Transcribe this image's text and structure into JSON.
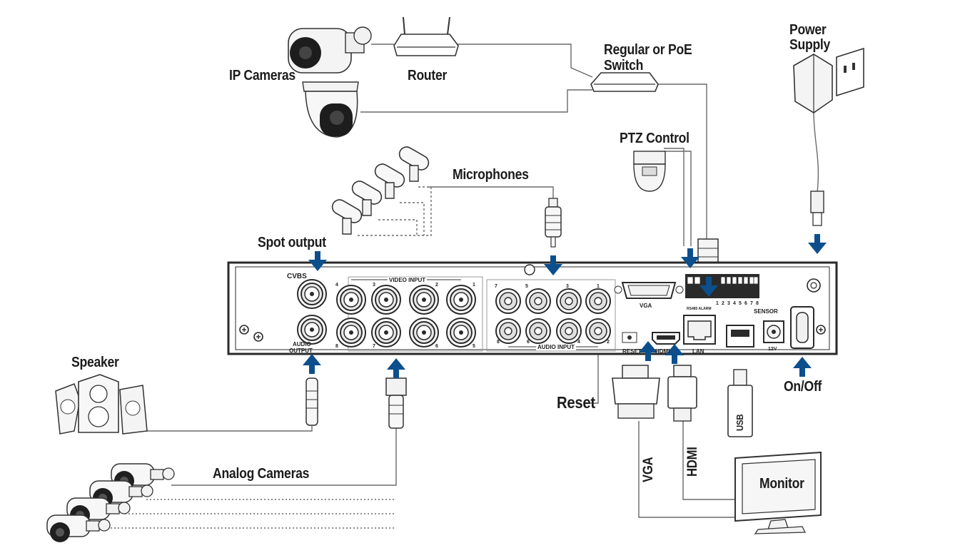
{
  "labels": {
    "ip_cameras": "IP Cameras",
    "router": "Router",
    "switch_line1": "Regular or PoE",
    "switch_line2": "Switch",
    "power_supply_line1": "Power",
    "power_supply_line2": "Supply",
    "ptz_control": "PTZ Control",
    "microphones": "Microphones",
    "spot_output": "Spot output",
    "speaker": "Speaker",
    "analog_cameras": "Analog Cameras",
    "reset": "Reset",
    "on_off": "On/Off",
    "monitor": "Monitor",
    "vga_cable": "VGA",
    "hdmi_cable": "HDMI",
    "usb": "USB"
  },
  "panel": {
    "cvbs": "CVBS",
    "audio_output_line1": "AUDIO",
    "audio_output_line2": "OUTPUT",
    "video_input": "VIDEO INPUT",
    "audio_input": "AUDIO INPUT",
    "vga": "VGA",
    "reset": "RESET",
    "hdmi": "HDMI",
    "lan": "LAN",
    "sensor": "SENSOR",
    "rs485": "RS485 ALARM",
    "power_rating": "12V",
    "video_numbers_top": [
      "4",
      "3",
      "2",
      "1"
    ],
    "video_numbers_bottom": [
      "8",
      "7",
      "6",
      "5"
    ],
    "audio_numbers_top": [
      "7",
      "5",
      "3",
      "1"
    ],
    "audio_numbers_bottom": [
      "8",
      "6",
      "4",
      "2"
    ],
    "sensor_numbers": [
      "1",
      "2",
      "3",
      "4",
      "5",
      "6",
      "7",
      "8"
    ]
  },
  "colors": {
    "arrow": "#0c4f8c",
    "line": "#555555",
    "device_outline": "#2a2a2a"
  }
}
